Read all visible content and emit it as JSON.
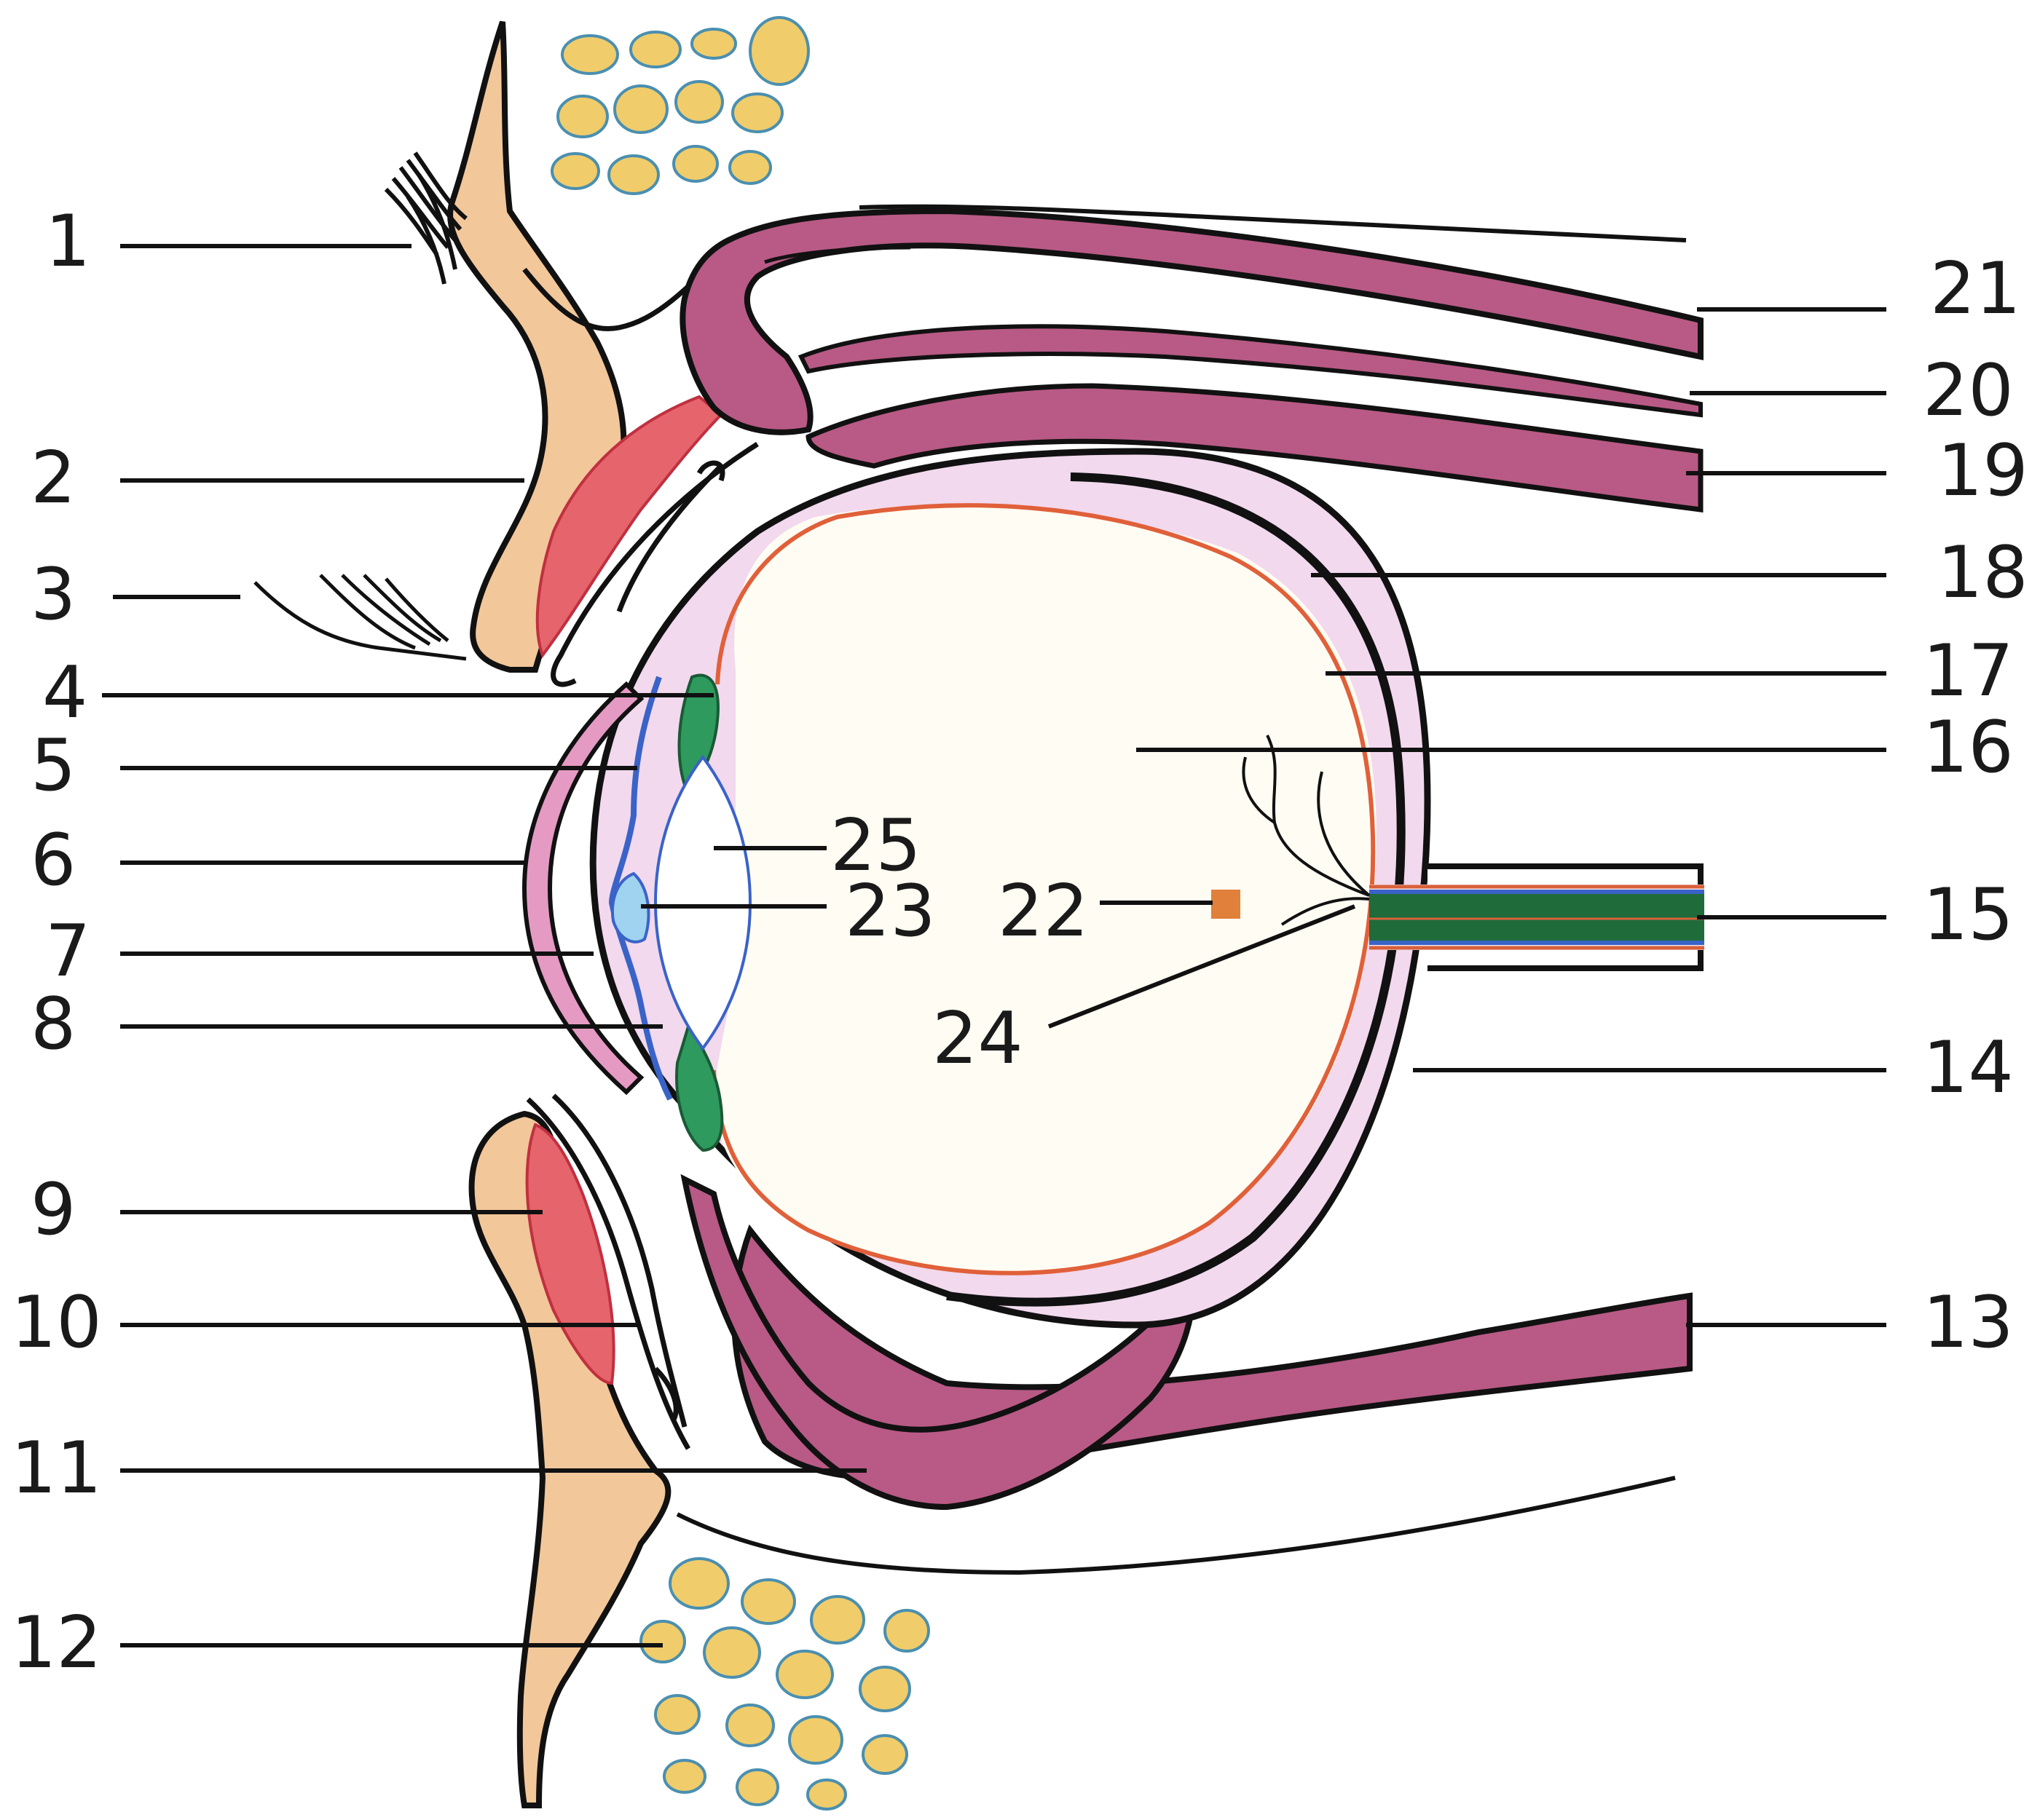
{
  "labels": {
    "l1": "1",
    "l2": "2",
    "l3": "3",
    "l4": "4",
    "l5": "5",
    "l6": "6",
    "l7": "7",
    "l8": "8",
    "l9": "9",
    "l10": "10",
    "l11": "11",
    "l12": "12",
    "l13": "13",
    "l14": "14",
    "l15": "15",
    "l16": "16",
    "l17": "17",
    "l18": "18",
    "l19": "19",
    "l20": "20",
    "l21": "21",
    "l22": "22",
    "l23": "23",
    "l24": "24",
    "l25": "25"
  },
  "colors": {
    "skin": "#f2c79a",
    "fat": "#f0cc6a",
    "muscle": "#b85a85",
    "muscle_light": "#c98aa8",
    "sclera": "#f2d9ee",
    "cornea": "#e59ac3",
    "retina": "#e0603a",
    "lid_muscle": "#e6646b",
    "iris_green": "#2e9a5e",
    "iris_blue": "#3a63c8",
    "nerve_green": "#1f6b3a",
    "vessel": "#d8603a",
    "aqueous": "#9fd3ef"
  }
}
